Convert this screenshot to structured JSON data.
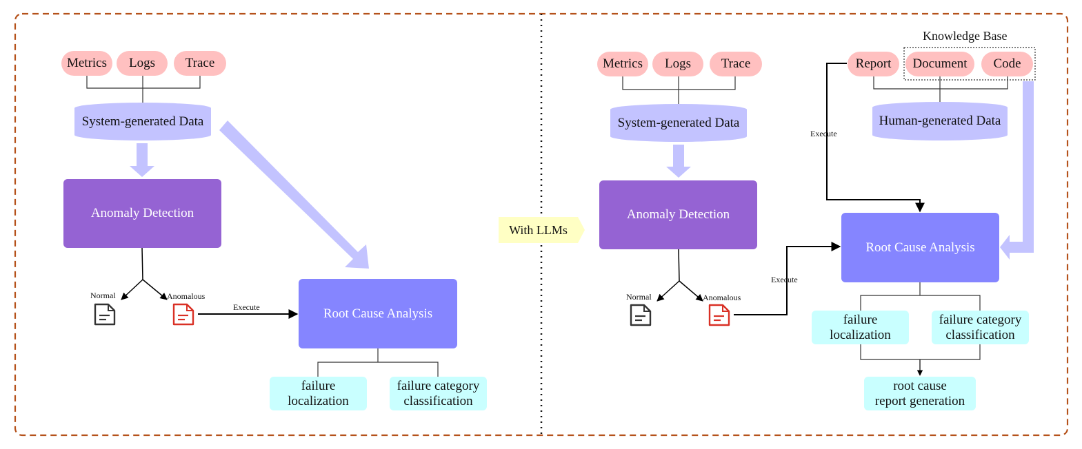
{
  "left": {
    "inputs": [
      "Metrics",
      "Logs",
      "Trace"
    ],
    "system_data": "System-generated Data",
    "anomaly_detection": "Anomaly Detection",
    "normal": "Normal",
    "anomalous": "Anomalous",
    "execute": "Execute",
    "root_cause": "Root Cause Analysis",
    "outputs": [
      {
        "line1": "failure",
        "line2": "localization"
      },
      {
        "line1": "failure category",
        "line2": "classification"
      }
    ]
  },
  "divider": {
    "label": "With LLMs"
  },
  "right": {
    "inputs": [
      "Metrics",
      "Logs",
      "Trace"
    ],
    "system_data": "System-generated Data",
    "anomaly_detection": "Anomaly Detection",
    "normal": "Normal",
    "anomalous": "Anomalous",
    "execute_bottom": "Execute",
    "execute_top": "Execute",
    "knowledge_base": "Knowledge Base",
    "report": "Report",
    "kb_items": [
      "Document",
      "Code"
    ],
    "human_data": "Human-generated Data",
    "root_cause": "Root Cause Analysis",
    "outputs": [
      {
        "line1": "failure",
        "line2": "localization"
      },
      {
        "line1": "failure category",
        "line2": "classification"
      }
    ],
    "final": {
      "line1": "root cause",
      "line2": "report generation"
    }
  },
  "colors": {
    "frame": "#b5521b",
    "pill": "#ffc0c0",
    "cylinder": "#c3c3ff",
    "anomaly": "#9563d3",
    "root_cause": "#8585ff",
    "output": "#c9ffff",
    "flow_arrow": "#c3c3ff",
    "anomalous_icon": "#d93025",
    "normal_icon": "#333333",
    "llm_tag": "#ffffc4"
  }
}
